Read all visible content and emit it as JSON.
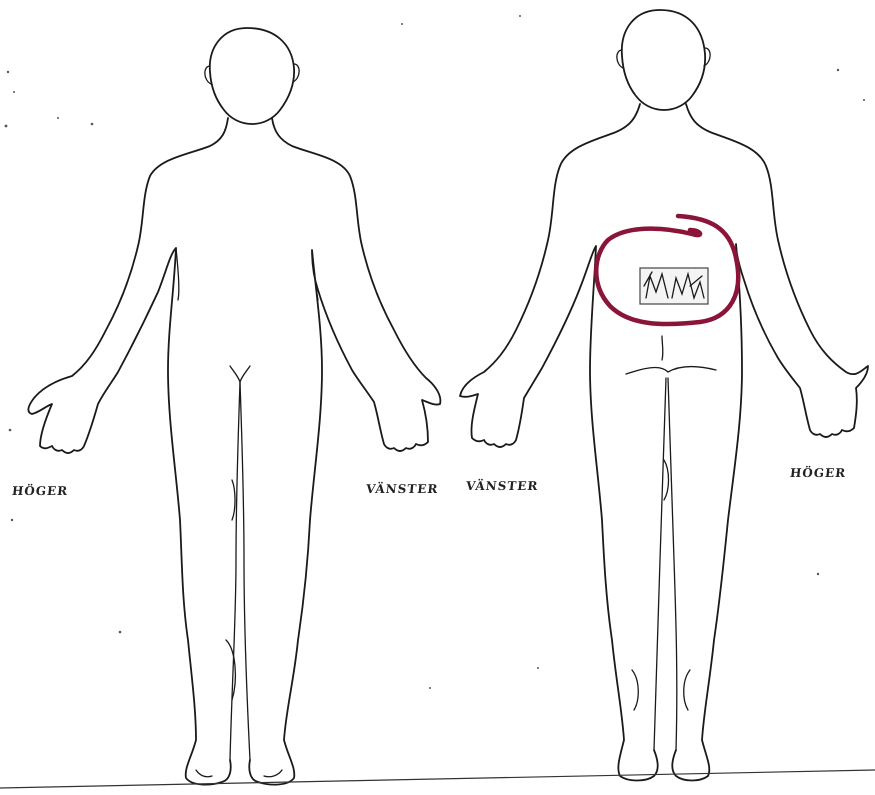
{
  "labels": {
    "front_right": "HÖGER",
    "front_left": "VÄNSTER",
    "back_left": "VÄNSTER",
    "back_right": "HÖGER"
  },
  "colors": {
    "outline": "#1a1a1a",
    "annotation_circle": "#8a1538",
    "background": "#ffffff"
  },
  "figures": [
    {
      "view": "front"
    },
    {
      "view": "back",
      "marked_region": "lower-back",
      "mark_symbol": "hatched-rectangle"
    }
  ]
}
